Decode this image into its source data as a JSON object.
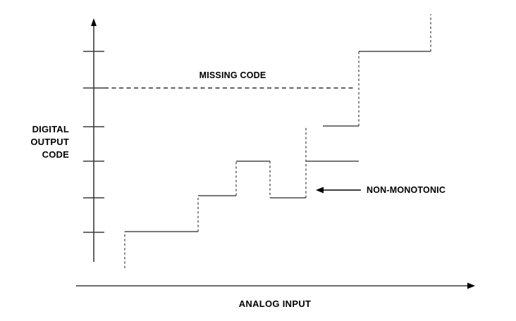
{
  "figure": {
    "name": "adc-transfer-function-diagram",
    "background_color": "#ffffff",
    "line_color": "#4a4a4a",
    "text_color": "#000000"
  },
  "labels": {
    "y_axis_title_line1": "DIGITAL",
    "y_axis_title_line2": "OUTPUT",
    "y_axis_title_line3": "CODE",
    "x_axis_title": "ANALOG INPUT",
    "missing_code": "MISSING CODE",
    "non_monotonic": "NON-MONOTONIC"
  },
  "chart_data": {
    "type": "line",
    "title": "",
    "xlabel": "ANALOG INPUT",
    "ylabel": "DIGITAL OUTPUT CODE",
    "grid": false,
    "legend": "none",
    "description": "ADC transfer function staircase showing a missing code and a non-monotonic step",
    "axes": {
      "x_axis": {
        "x_start": 108,
        "x_end": 672,
        "y": 406,
        "arrow": "right",
        "tick_labels": []
      },
      "y_axis": {
        "x": 133,
        "y_bottom": 372,
        "y_top": 28,
        "arrow": "up",
        "tick_labels": []
      }
    },
    "y_ticks": [
      {
        "code": 7,
        "y": 73
      },
      {
        "code": 6,
        "y": 125
      },
      {
        "code": 5,
        "y": 180
      },
      {
        "code": 4,
        "y": 229
      },
      {
        "code": 3,
        "y": 281
      },
      {
        "code": 2,
        "y": 330
      }
    ],
    "tick_half_width": 15,
    "steps": [
      {
        "index": 0,
        "code": 2,
        "x_start": 177,
        "x_end": 281,
        "y": 329
      },
      {
        "index": 1,
        "code": 3,
        "x_start": 281,
        "x_end": 335,
        "y": 278
      },
      {
        "index": 2,
        "code": 4,
        "x_start": 335,
        "x_end": 383,
        "y": 229
      },
      {
        "index": 3,
        "code": 3,
        "x_start": 383,
        "x_end": 434,
        "y": 281
      },
      {
        "index": 4,
        "code": 4,
        "x_start": 434,
        "x_end": 509,
        "y": 229
      },
      {
        "index": 5,
        "code": 5,
        "x_start": 458,
        "x_end": 509,
        "y": 179
      },
      {
        "index": 6,
        "code": 7,
        "x_start": 509,
        "x_end": 611,
        "y": 73
      }
    ],
    "risers": [
      {
        "x": 177,
        "y_from": 381,
        "y_to": 329
      },
      {
        "x": 281,
        "y_from": 329,
        "y_to": 278
      },
      {
        "x": 335,
        "y_from": 278,
        "y_to": 229
      },
      {
        "x": 383,
        "y_from": 229,
        "y_to": 281
      },
      {
        "x": 434,
        "y_from": 281,
        "y_to": 179
      },
      {
        "x": 509,
        "y_from": 179,
        "y_to": 73
      },
      {
        "x": 611,
        "y_from": 73,
        "y_to": 20
      }
    ],
    "annotations": [
      {
        "name": "missing-code",
        "text": "MISSING CODE",
        "level_code": 6,
        "line_y": 125,
        "line_x_start": 148,
        "line_x_end": 505,
        "text_x": 330,
        "text_y": 111
      },
      {
        "name": "non-monotonic",
        "text": "NON-MONOTONIC",
        "arrow_tip_x": 449,
        "arrow_tail_x": 512,
        "arrow_y": 270,
        "text_x": 520,
        "text_y": 274
      }
    ]
  }
}
